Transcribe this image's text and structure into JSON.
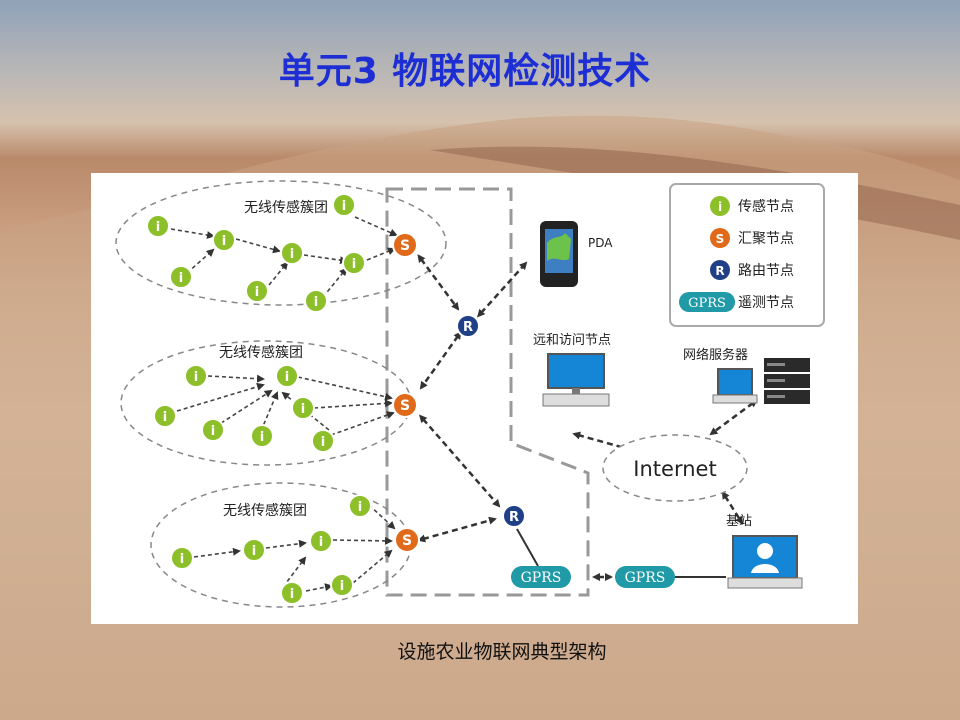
{
  "slide": {
    "title": "单元3 物联网检测技术",
    "caption": "设施农业物联网典型架构"
  },
  "diagram": {
    "clusters": [
      {
        "label": "无线传感簇团"
      },
      {
        "label": "无线传感簇团"
      },
      {
        "label": "无线传感簇团"
      }
    ],
    "legend": [
      {
        "icon": "i",
        "label": "传感节点",
        "color": "#8cbf2a"
      },
      {
        "icon": "S",
        "label": "汇聚节点",
        "color": "#e06a1a"
      },
      {
        "icon": "R",
        "label": "路由节点",
        "color": "#1f3f86"
      },
      {
        "icon": "GPRS",
        "label": "遥测节点",
        "color": "#1f9aa6"
      }
    ],
    "nodes": {
      "pda_label": "PDA",
      "remote_label": "远和访问节点",
      "server_label": "网络服务器",
      "internet_label": "Internet",
      "base_label": "基站",
      "gprs_label": "GPRS",
      "sensor_glyph": "i",
      "sink_glyph": "S",
      "router_glyph": "R"
    }
  }
}
